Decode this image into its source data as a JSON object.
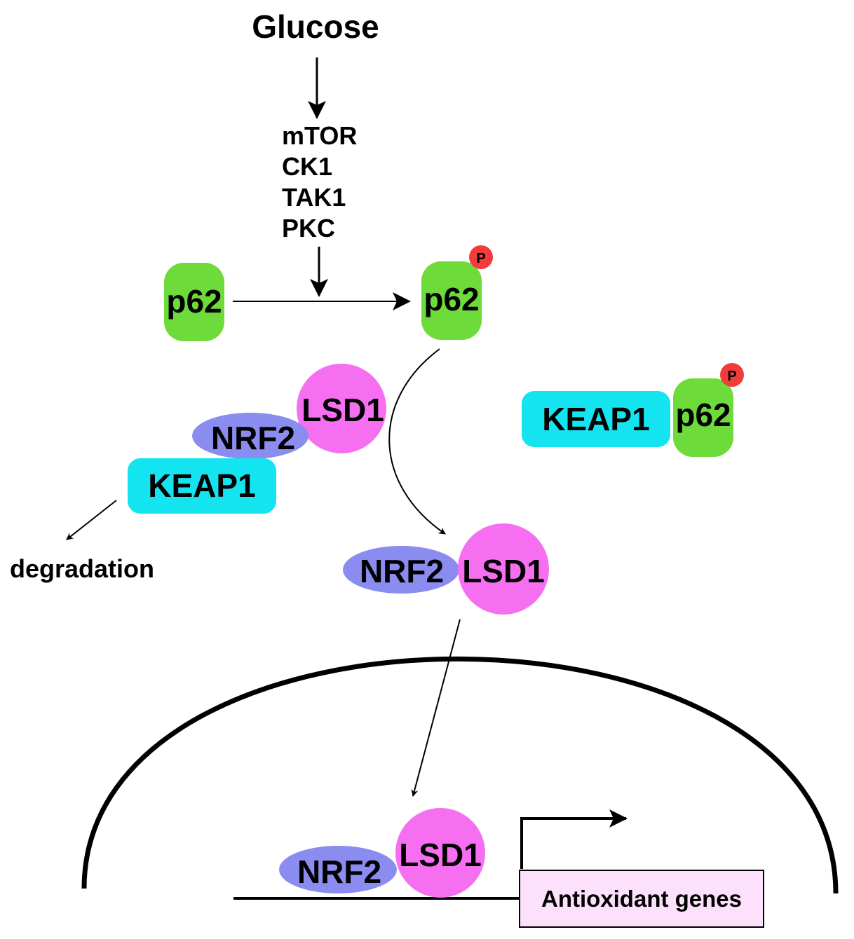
{
  "title": "Glucose",
  "kinases": [
    "mTOR",
    "CK1",
    "TAK1",
    "PKC"
  ],
  "labels": {
    "p62": "p62",
    "phospho": "P",
    "lsd1": "LSD1",
    "nrf2": "NRF2",
    "keap1": "KEAP1",
    "degradation": "degradation",
    "genes": "Antioxidant genes"
  },
  "colors": {
    "p62": "#6ddb3a",
    "keap1": "#14e3f0",
    "nrf2": "#8a8cf0",
    "lsd1": "#f56ff0",
    "phospho": "#f23c3c",
    "genes_box": "#fde0fb"
  }
}
